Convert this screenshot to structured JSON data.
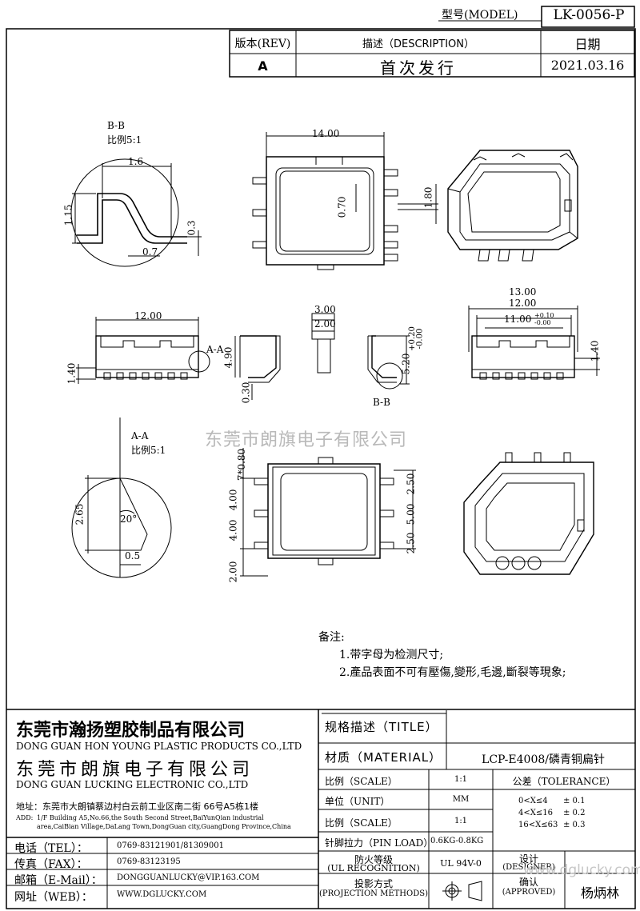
{
  "header": {
    "model_label": "型号(MODEL)",
    "model_value": "LK-0056-P",
    "rev_label": "版本(REV)",
    "desc_label": "描述（DESCRIPTION）",
    "date_label": "日期",
    "rev_value": "A",
    "desc_value": "首次发行",
    "date_value": "2021.03.16"
  },
  "views": {
    "bb_title": "B-B",
    "bb_scale": "比例5:1",
    "aa_title": "A-A",
    "aa_scale": "比例5:1",
    "section_bb": "B-B",
    "section_aa": "A-A"
  },
  "dims": {
    "d1_6": "1.6",
    "d1_15": "1.15",
    "d0_3": "0.3",
    "d0_7": "0.7",
    "d14": "14.00",
    "d0_70": "0.70",
    "d1_80": "1.80",
    "d12_side": "12.00",
    "d1_40_left": "1.40",
    "d3_00": "3.00",
    "d2_00_top": "2.00",
    "d4_90": "4.90",
    "d0_30": "0.30",
    "d5_20": "5.20",
    "d5_20_tol_plus": "+0.20",
    "d5_20_tol_minus": "-0.00",
    "d13": "13.00",
    "d12_right": "12.00",
    "d11": "11.00",
    "d11_tol_plus": "+0.10",
    "d11_tol_minus": "-0.00",
    "d1_40_right": "1.40",
    "d2_65": "2.65",
    "d20deg": "20°",
    "d0_5": "0.5",
    "d7x0_80": "7*0.80",
    "d4_00_a": "4.00",
    "d4_00_b": "4.00",
    "d2_00_bottom": "2.00",
    "d2_50_a": "2.50",
    "d5_00": "5.00",
    "d2_50_b": "2.50"
  },
  "watermark": "东莞市朗旗电子有限公司",
  "notes": {
    "title": "备注:",
    "items": [
      "1.带字母为检测尺寸;",
      "2.產品表面不可有壓傷,變形,毛邊,斷裂等現象;"
    ]
  },
  "company": {
    "name1_cn": "东莞市瀚扬塑胶制品有限公司",
    "name1_en": "DONG GUAN HON YOUNG PLASTIC PRODUCTS CO.,LTD",
    "name2_cn": "东莞市朗旗电子有限公司",
    "name2_en": "DONG GUAN LUCKING ELECTRONIC CO.,LTD",
    "addr_cn": "地址：东莞市大朗镇蔡边村白云前工业区南二街 66号A5栋1楼",
    "addr_en_label": "ADD:",
    "addr_en_1": "1/F Building A5,No.66,the South Second Street,BaiYunQian industrial",
    "addr_en_2": "area,CaiBian Village,DaLang Town,DongGuan city,GuangDong Province,China"
  },
  "contact": [
    {
      "label": "电话（TEL）：",
      "value": "0769-83121901/81309001"
    },
    {
      "label": "传真（FAX）：",
      "value": "0769-83123195"
    },
    {
      "label": "邮箱（E-Mail）：",
      "value": "DONGGUANLUCKY@VIP.163.COM"
    },
    {
      "label": "网址（WEB）：",
      "value": "WWW.DGLUCKY.COM"
    }
  ],
  "spec": {
    "title_label": "规格描述（TITLE）",
    "title_value": "",
    "material_label": "材质（MATERIAL）",
    "material_value": "LCP-E4008/磷青铜扁针",
    "scale_label": "比例（SCALE）",
    "scale_value": "1:1",
    "tolerance_label": "公差（TOLERANCE）",
    "unit_label": "单位（UNIT）",
    "unit_value": "MM",
    "scale2_label": "比例（SCALE）",
    "scale2_value": "1:1",
    "tol_rows": [
      {
        "range": "0<X≤4",
        "value": "± 0.1"
      },
      {
        "range": "4<X≤16",
        "value": "± 0.2"
      },
      {
        "range": "16<X≤63",
        "value": "± 0.3"
      }
    ],
    "pin_label": "针脚拉力（PIN LOAD）",
    "pin_value": "0.6KG-0.8KG",
    "fire_label_1": "防火等级",
    "fire_label_2": "(UL RECOGNITION)",
    "fire_value": "UL 94V-0",
    "proj_label_1": "投影方式",
    "proj_label_2": "(PROJECTION METHODS)",
    "designer_label_1": "设计",
    "designer_label_2": "(DESIGNER)",
    "approved_label_1": "确认",
    "approved_label_2": "(APPROVED)",
    "approved_value": "杨炳林",
    "watermark2": "www.dglucky.com"
  }
}
